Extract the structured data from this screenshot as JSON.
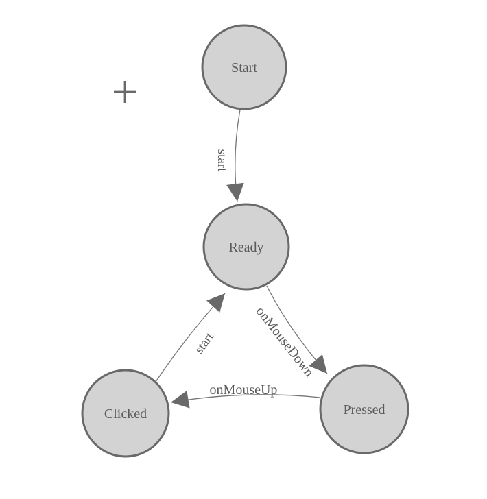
{
  "colors": {
    "background": "#ffffff",
    "node_fill": "#d3d3d3",
    "node_stroke": "#696969",
    "edge_stroke": "#757575",
    "arrow_fill": "#696969",
    "label_text": "#5a5a5a",
    "cursor": "#696969"
  },
  "nodes": [
    {
      "id": "start",
      "label": "Start"
    },
    {
      "id": "ready",
      "label": "Ready"
    },
    {
      "id": "clicked",
      "label": "Clicked"
    },
    {
      "id": "pressed",
      "label": "Pressed"
    }
  ],
  "edges": [
    {
      "id": "start-to-ready",
      "from": "Start",
      "to": "Ready",
      "label": "start"
    },
    {
      "id": "clicked-to-ready",
      "from": "Clicked",
      "to": "Ready",
      "label": "start"
    },
    {
      "id": "ready-to-pressed",
      "from": "Ready",
      "to": "Pressed",
      "label": "onMouseDown"
    },
    {
      "id": "pressed-to-clicked",
      "from": "Pressed",
      "to": "Clicked",
      "label": "onMouseUp"
    }
  ],
  "cursor": {
    "shape": "crosshair"
  }
}
